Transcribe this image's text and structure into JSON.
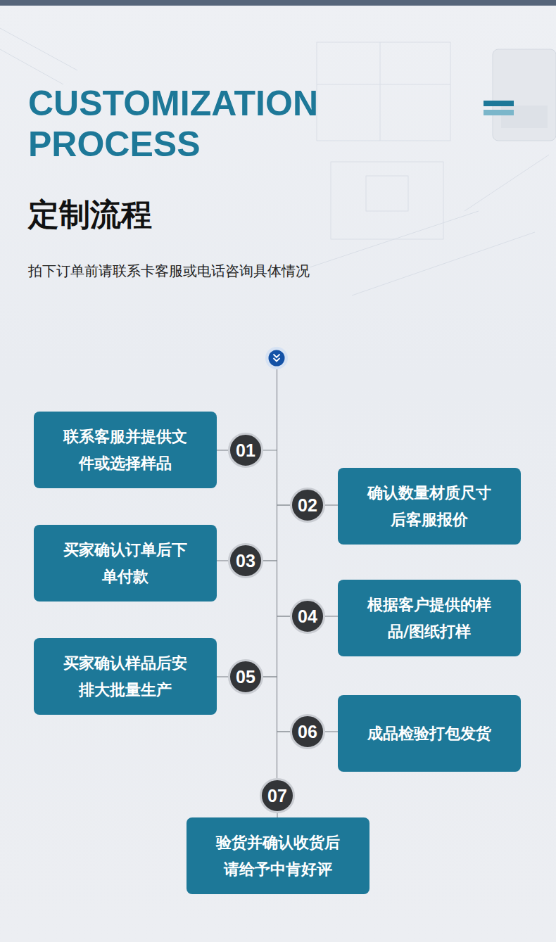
{
  "diagram": {
    "title": "定制流程",
    "nodes": [
      {
        "text": [
          "联系客服并提供文件或选择样品"
        ]
      },
      {
        "text": [
          "01"
        ]
      },
      {
        "text": [
          "02"
        ]
      },
      {
        "text": [
          "确认数量材质尺寸后客服报价"
        ]
      },
      {
        "text": [
          "买家确认订单后下单付款"
        ]
      },
      {
        "text": [
          "03"
        ]
      },
      {
        "text": [
          "04"
        ]
      },
      {
        "text": [
          "根据客户提供的样品/图纸打样"
        ]
      },
      {
        "text": [
          "买家确认样品后安排大批量生产"
        ]
      },
      {
        "text": [
          "05"
        ]
      },
      {
        "text": [
          "06"
        ]
      },
      {
        "text": [
          "成品检验打包发货"
        ]
      },
      {
        "text": [
          "07"
        ]
      },
      {
        "text": [
          "验货并确认收货后请给予中肯好评"
        ]
      }
    ],
    "edges": [
      {
        "from": 0,
        "to": 1,
        "arrow": "none"
      },
      {
        "from": 2,
        "to": 3,
        "arrow": "none"
      },
      {
        "from": 4,
        "to": 5,
        "arrow": "none"
      },
      {
        "from": 6,
        "to": 7,
        "arrow": "none"
      },
      {
        "from": 8,
        "to": 9,
        "arrow": "none"
      },
      {
        "from": 10,
        "to": 11,
        "arrow": "none"
      },
      {
        "from": 12,
        "to": 13,
        "arrow": "none"
      },
      {
        "from": 1,
        "to": 2,
        "arrow": "none"
      },
      {
        "from": 2,
        "to": 5,
        "arrow": "none"
      },
      {
        "from": 5,
        "to": 6,
        "arrow": "none"
      },
      {
        "from": 6,
        "to": 9,
        "arrow": "none"
      },
      {
        "from": 9,
        "to": 10,
        "arrow": "none"
      },
      {
        "from": 10,
        "to": 12,
        "arrow": "none"
      }
    ],
    "labels": [
      "CUSTOMIZATION PROCESS",
      "拍下订单前请联系卡客服或电话咨询具体情况"
    ]
  }
}
